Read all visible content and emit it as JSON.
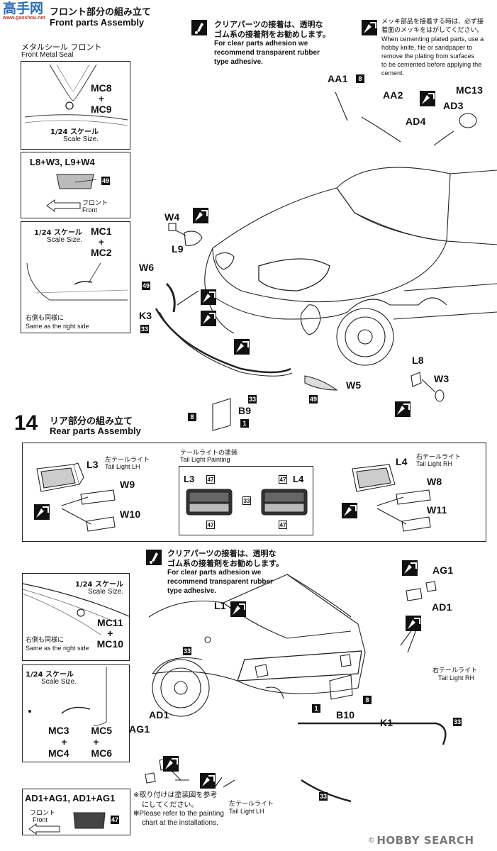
{
  "watermark": {
    "brand": "高手网",
    "url": "www.gaoshou.net"
  },
  "step13": {
    "title_jp": "フロント部分の組み立て",
    "title_en": "Front parts Assembly",
    "seal": {
      "title_jp": "メタルシール フロント",
      "title_en": "Front Metal Seal",
      "parts": [
        "MC8",
        "+",
        "MC9"
      ],
      "scale_jp": "1/24 スケール",
      "scale_en": "Scale Size."
    },
    "lens": {
      "combo": "L8+W3, L9+W4",
      "paint_code": "49",
      "front_jp": "フロント",
      "front_en": "Front"
    },
    "emblem": {
      "scale_jp": "1/24 スケール",
      "scale_en": "Scale Size.",
      "parts": [
        "MC1",
        "+",
        "MC2"
      ],
      "right_jp": "右側も同様に",
      "right_en": "Same as the right side"
    },
    "clear_note": {
      "jp1": "クリアパーツの接着は、透明な",
      "jp2": "ゴム系の接着剤をお勧めします。",
      "en1": "For clear parts adhesion we",
      "en2": "recommend transparent rubber",
      "en3": "type adhesive."
    },
    "plating_note": {
      "jp1": "メッキ部品を接着する時は、必ず接",
      "jp2": "着面のメッキをはがしてください。",
      "en1": "When cementing plated parts, use a",
      "en2": "hobby knife, file or sandpaper to",
      "en3": "remove the plating from surfaces",
      "en4": "to be cemented before applying the",
      "en5": "cement."
    },
    "labels": {
      "AA1": "AA1",
      "AA2": "AA2",
      "AD3": "AD3",
      "AD4": "AD4",
      "MC13": "MC13",
      "W4": "W4",
      "L9": "L9",
      "W6": "W6",
      "K3": "K3",
      "W5": "W5",
      "L8": "L8",
      "W3": "W3",
      "B9": "B9"
    },
    "codes": {
      "c8a": "8",
      "c8b": "8",
      "c1": "1",
      "c49a": "49",
      "c33a": "33",
      "c33b": "33",
      "c49b": "49"
    }
  },
  "step14": {
    "number": "14",
    "title_jp": "リア部分の組み立て",
    "title_en": "Rear parts Assembly",
    "tail_lh": {
      "part": "L3",
      "jp": "左テールライト",
      "en": "Tail Light  LH",
      "w9": "W9",
      "w10": "W10"
    },
    "painting": {
      "jp": "テールライトの塗装",
      "en": "Tail Light Painting",
      "L3": "L3",
      "L4": "L4",
      "c47a": "47",
      "c47b": "47",
      "c47c": "47",
      "c47d": "47",
      "c33": "33"
    },
    "tail_rh": {
      "part": "L4",
      "jp": "右テールライト",
      "en": "Tail Light  RH",
      "w8": "W8",
      "w11": "W11"
    },
    "clear_note": {
      "jp1": "クリアパーツの接着は、透明な",
      "jp2": "ゴム系の接着剤をお勧めします。",
      "en1": "For clear parts adhesion we",
      "en2": "recommend transparent rubber",
      "en3": "type adhesive."
    },
    "seal1": {
      "scale_jp": "1/24 スケール",
      "scale_en": "Scale Size.",
      "parts": [
        "MC11",
        "+",
        "MC10"
      ],
      "right_jp": "右側も同様に",
      "right_en": "Same as the right side"
    },
    "seal2": {
      "scale_jp": "1/24 スケール",
      "scale_en": "Scale Size.",
      "row1": [
        "MC3",
        "MC5"
      ],
      "row2": [
        "+",
        "+"
      ],
      "row3": [
        "MC4",
        "MC6"
      ]
    },
    "bottom": {
      "combo": "AD1+AG1, AD1+AG1",
      "front_jp": "フロント",
      "front_en": "Front",
      "code": "47",
      "note_jp1": "※取り付けは塗装図を参考",
      "note_jp2": "にしてください。",
      "note_en1": "✻Please refer to the painting",
      "note_en2": "chart at the installations."
    },
    "labels": {
      "AG1": "AG1",
      "AD1": "AD1",
      "L1": "L1",
      "B10": "B10",
      "K1": "K1",
      "AD1b": "AD1",
      "AG1b": "AG1",
      "tail_rh_jp": "右テールライト",
      "tail_rh_en": "Tail Light  RH",
      "tail_lh_jp": "左テールライト",
      "tail_lh_en": "Tail Light  LH"
    },
    "codes": {
      "c33a": "33",
      "c8": "8",
      "c1": "1",
      "c33b": "33",
      "c33c": "33"
    }
  },
  "footer": {
    "copyright": "© ",
    "brand": "HOBBY SEARCH"
  }
}
